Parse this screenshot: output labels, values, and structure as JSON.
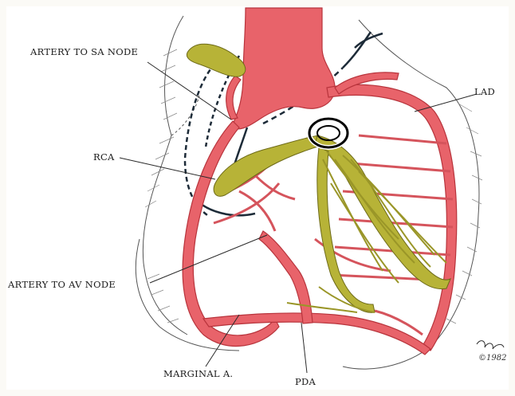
{
  "labels": {
    "artery_sa_node": "ARTERY TO SA NODE",
    "rca": "RCA",
    "lad": "LAD",
    "artery_av_node": "ARTERY TO AV NODE",
    "marginal": "MARGINAL A.",
    "pda": "PDA"
  },
  "signature": {
    "copyright": "©1982"
  },
  "colors": {
    "artery": "#e8636a",
    "artery_dark": "#b8343c",
    "conduction": "#b7b337",
    "conduction_dark": "#6d6a18",
    "outline": "#2a2a2a",
    "highlight_circle": "#000000"
  }
}
